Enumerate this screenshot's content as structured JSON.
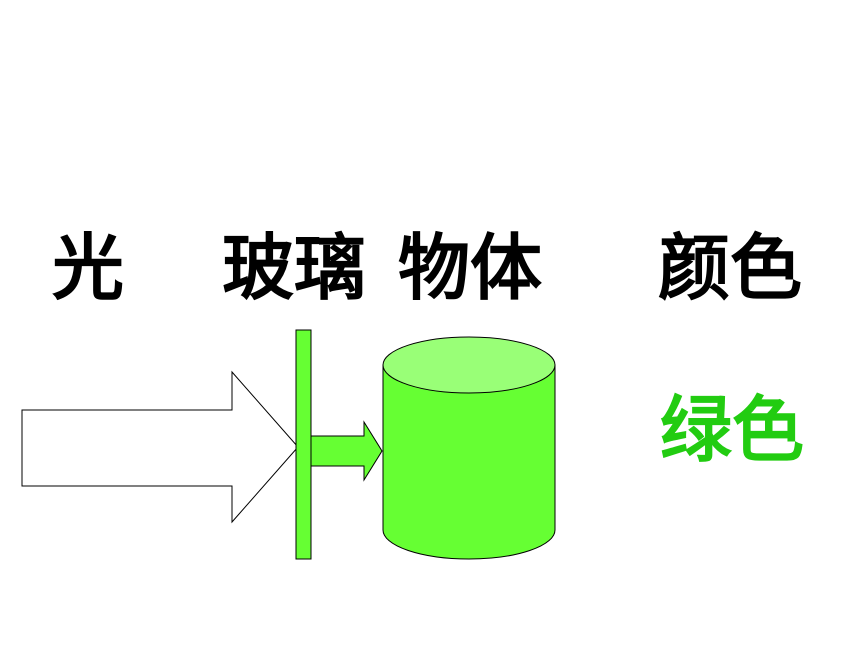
{
  "labels": {
    "light": "光",
    "glass": "玻璃",
    "object": "物体",
    "color": "颜色"
  },
  "result": {
    "text": "绿色"
  },
  "colors": {
    "text": "#000000",
    "result_text": "#22cc11",
    "glass": "#66ff33",
    "object_body": "#66ff33",
    "object_top": "#99ff77",
    "filtered_light": "#66ff33",
    "incoming_light": "#ffffff",
    "outline": "#000000"
  }
}
